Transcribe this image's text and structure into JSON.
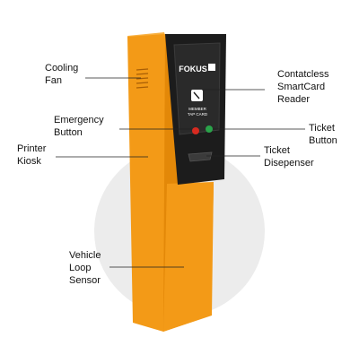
{
  "colors": {
    "kiosk_front": "#f39a17",
    "kiosk_side": "#e38808",
    "kiosk_top": "#f8b040",
    "head_unit": "#1c1c1c",
    "button_red": "#d62a20",
    "button_green": "#2aa34a",
    "watermark": "#ececec"
  },
  "icons": {
    "watermark": "logo-watermark-icon",
    "card": "contactless-card-icon"
  },
  "kiosk": {
    "brand": "FOKUS",
    "reader_text": "MEMBER\nTAP CARD"
  },
  "labels": {
    "cooling_fan": "Cooling\nFan",
    "contactless_reader": "Contatcless\nSmartCard\nReader",
    "emergency_button": "Emergency\nButton",
    "ticket_button": "Ticket\nButton",
    "printer_kiosk": "Printer\nKiosk",
    "ticket_dispenser": "Ticket\nDisepenser",
    "vehicle_loop_sensor": "Vehicle\nLoop\nSensor"
  }
}
